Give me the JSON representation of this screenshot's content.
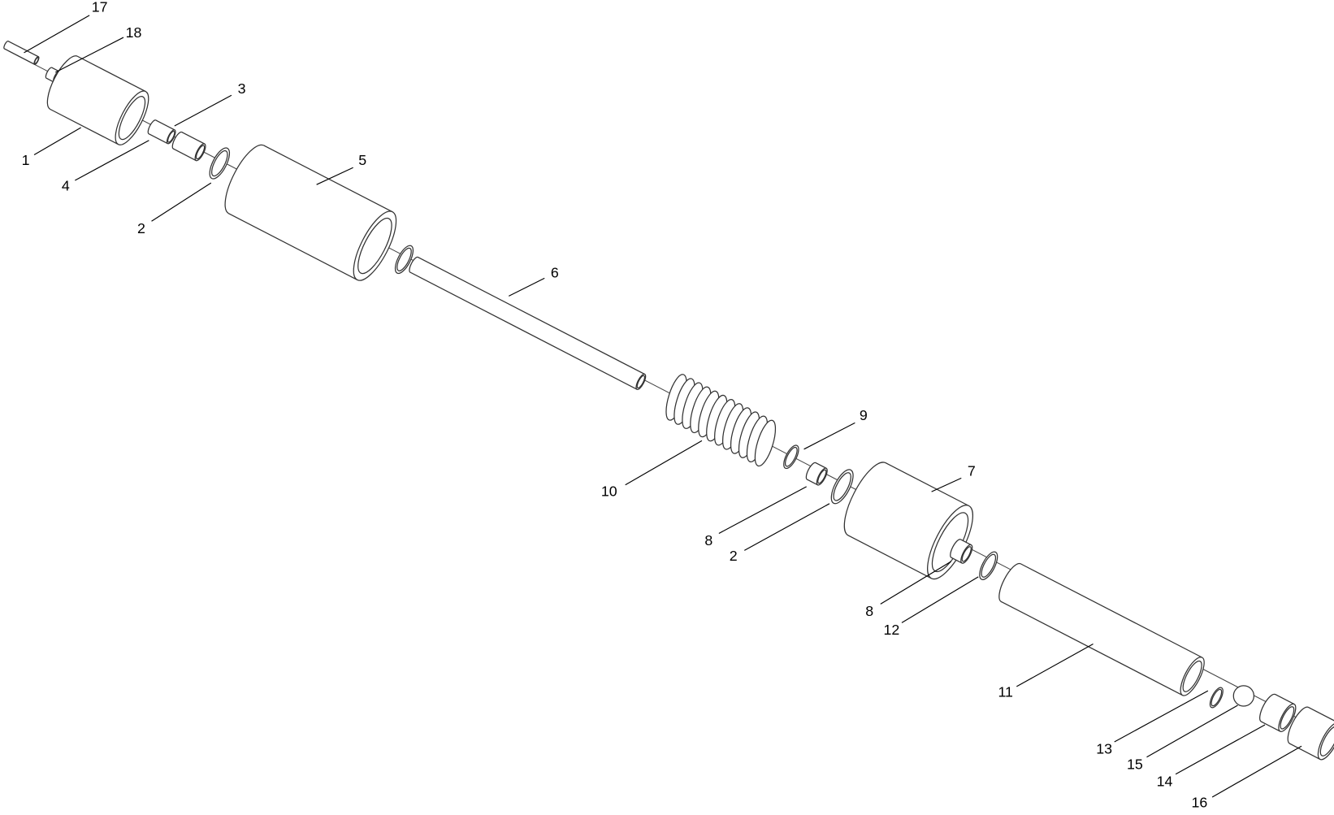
{
  "diagram": {
    "type": "exploded-parts-view",
    "callouts": [
      "17",
      "18",
      "3",
      "1",
      "4",
      "2",
      "5",
      "6",
      "10",
      "9",
      "7",
      "8",
      "2",
      "8",
      "12",
      "11",
      "13",
      "15",
      "14",
      "16"
    ]
  }
}
